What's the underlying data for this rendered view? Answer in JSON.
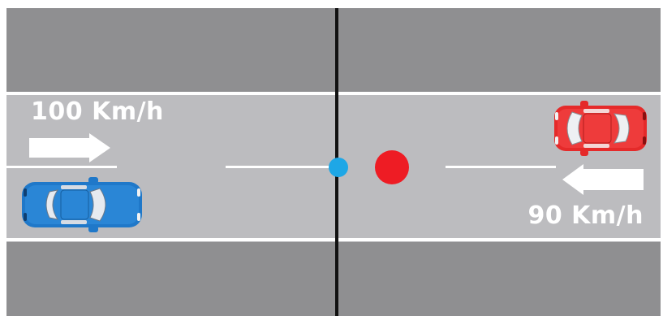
{
  "colors": {
    "sidewalk": "#8f8f91",
    "road": "#bcbcbf",
    "lane_line": "#ffffff",
    "divider_line": "#111111",
    "blue_car": "#1f78c9",
    "red_car": "#e52a2a",
    "blue_marker": "#1ea7e6",
    "red_marker": "#ee1c24"
  },
  "vehicles": {
    "left": {
      "speed_label": "100 Km/h",
      "color_name": "blue",
      "direction": "right",
      "icon": "car-topdown-icon"
    },
    "right": {
      "speed_label": "90 Km/h",
      "color_name": "red",
      "direction": "left",
      "icon": "car-topdown-icon"
    }
  }
}
